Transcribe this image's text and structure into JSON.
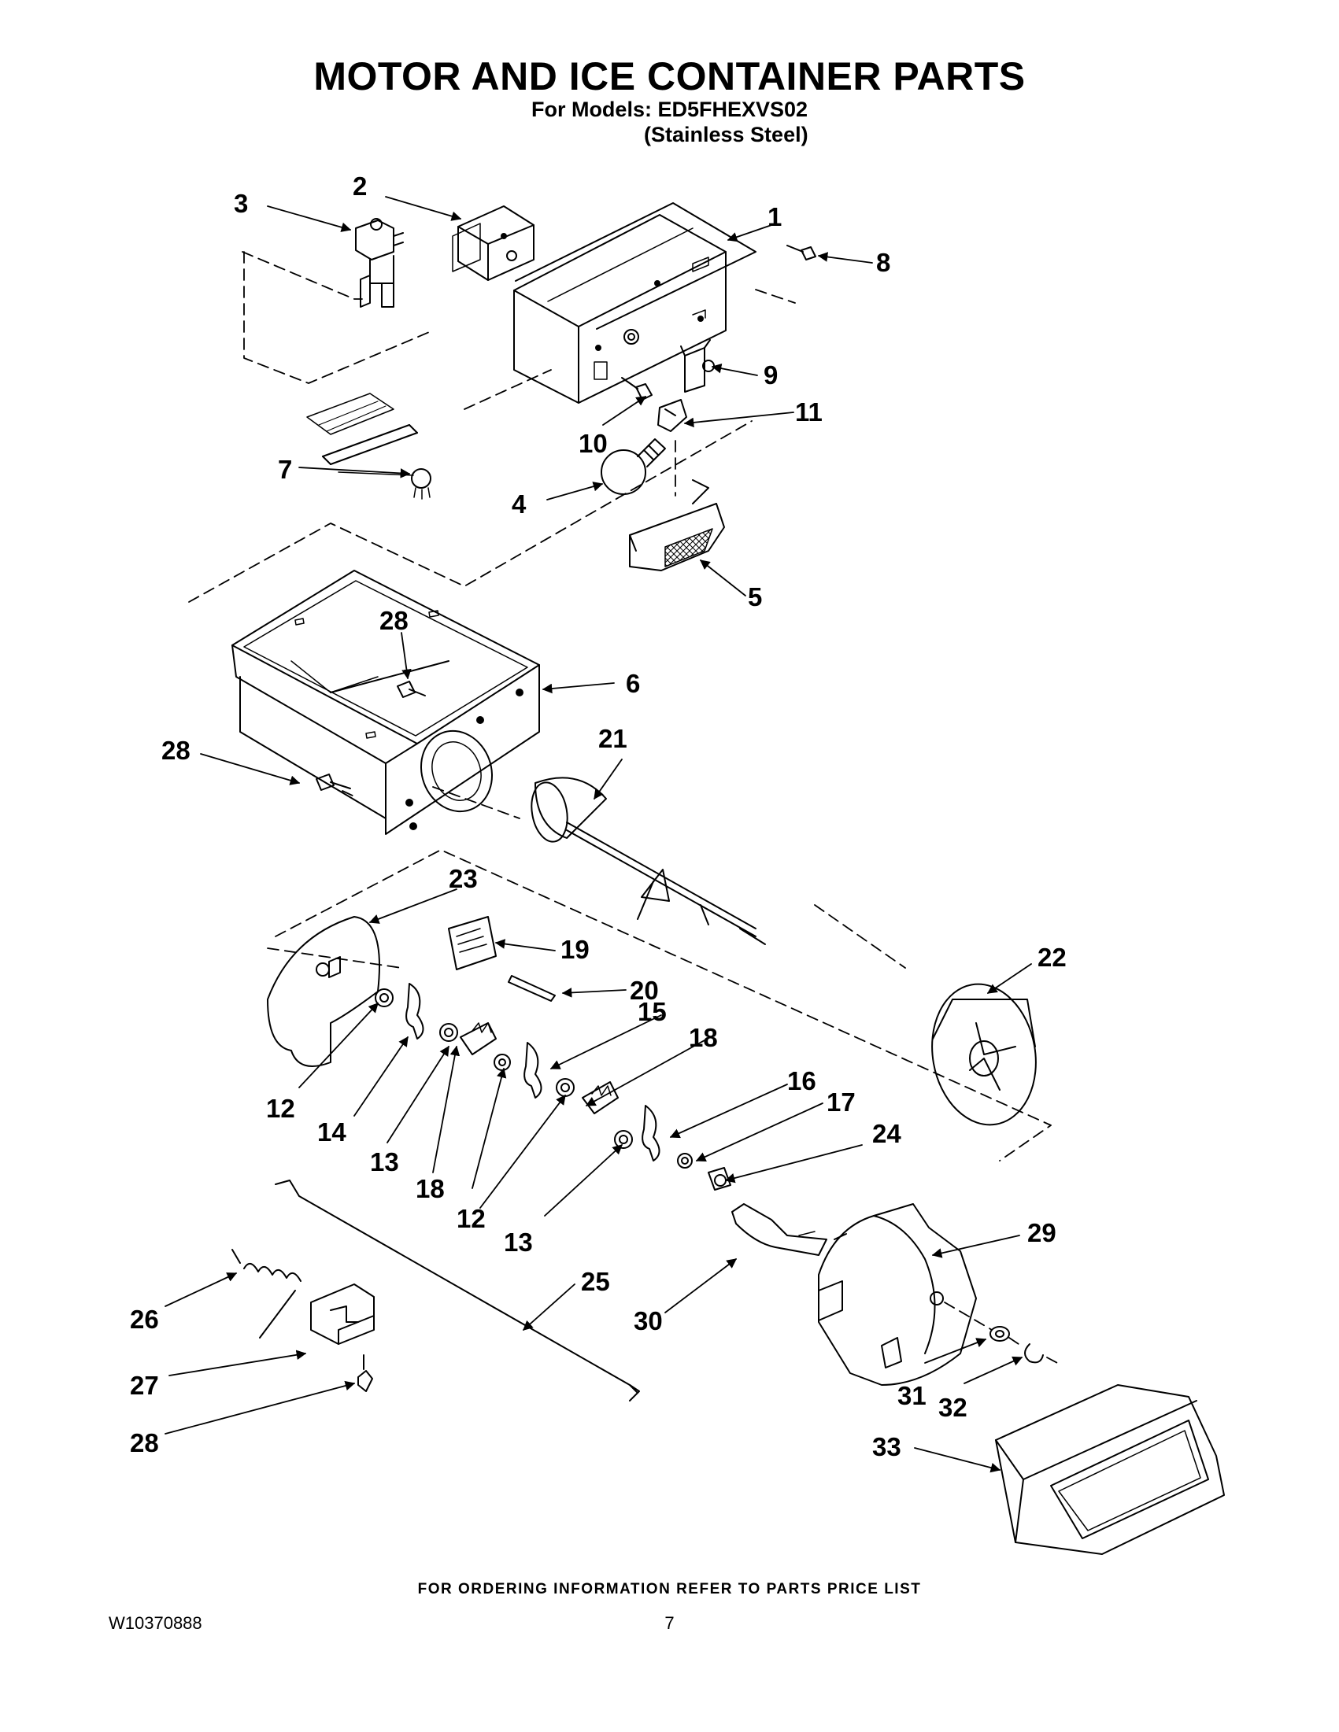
{
  "title": "MOTOR AND ICE CONTAINER PARTS",
  "models_line": "For Models: ED5FHEXVS02",
  "finish_line": "(Stainless Steel)",
  "footer_note": "FOR ORDERING INFORMATION REFER TO PARTS PRICE LIST",
  "doc_number": "W10370888",
  "page_number": "7",
  "callouts": [
    {
      "key": "c1",
      "label": "1"
    },
    {
      "key": "c2",
      "label": "2"
    },
    {
      "key": "c3",
      "label": "3"
    },
    {
      "key": "c8",
      "label": "8"
    },
    {
      "key": "c9",
      "label": "9"
    },
    {
      "key": "c11",
      "label": "11"
    },
    {
      "key": "c10",
      "label": "10"
    },
    {
      "key": "c7",
      "label": "7"
    },
    {
      "key": "c4",
      "label": "4"
    },
    {
      "key": "c5",
      "label": "5"
    },
    {
      "key": "c28a",
      "label": "28"
    },
    {
      "key": "c6",
      "label": "6"
    },
    {
      "key": "c21",
      "label": "21"
    },
    {
      "key": "c28b",
      "label": "28"
    },
    {
      "key": "c23",
      "label": "23"
    },
    {
      "key": "c19",
      "label": "19"
    },
    {
      "key": "c22",
      "label": "22"
    },
    {
      "key": "c20",
      "label": "20"
    },
    {
      "key": "c15",
      "label": "15"
    },
    {
      "key": "c18a",
      "label": "18"
    },
    {
      "key": "c16",
      "label": "16"
    },
    {
      "key": "c17",
      "label": "17"
    },
    {
      "key": "c24",
      "label": "24"
    },
    {
      "key": "c12a",
      "label": "12"
    },
    {
      "key": "c14",
      "label": "14"
    },
    {
      "key": "c13a",
      "label": "13"
    },
    {
      "key": "c18b",
      "label": "18"
    },
    {
      "key": "c12b",
      "label": "12"
    },
    {
      "key": "c13b",
      "label": "13"
    },
    {
      "key": "c29",
      "label": "29"
    },
    {
      "key": "c25",
      "label": "25"
    },
    {
      "key": "c30",
      "label": "30"
    },
    {
      "key": "c26",
      "label": "26"
    },
    {
      "key": "c27",
      "label": "27"
    },
    {
      "key": "c28c",
      "label": "28"
    },
    {
      "key": "c31",
      "label": "31"
    },
    {
      "key": "c32",
      "label": "32"
    },
    {
      "key": "c33",
      "label": "33"
    }
  ]
}
